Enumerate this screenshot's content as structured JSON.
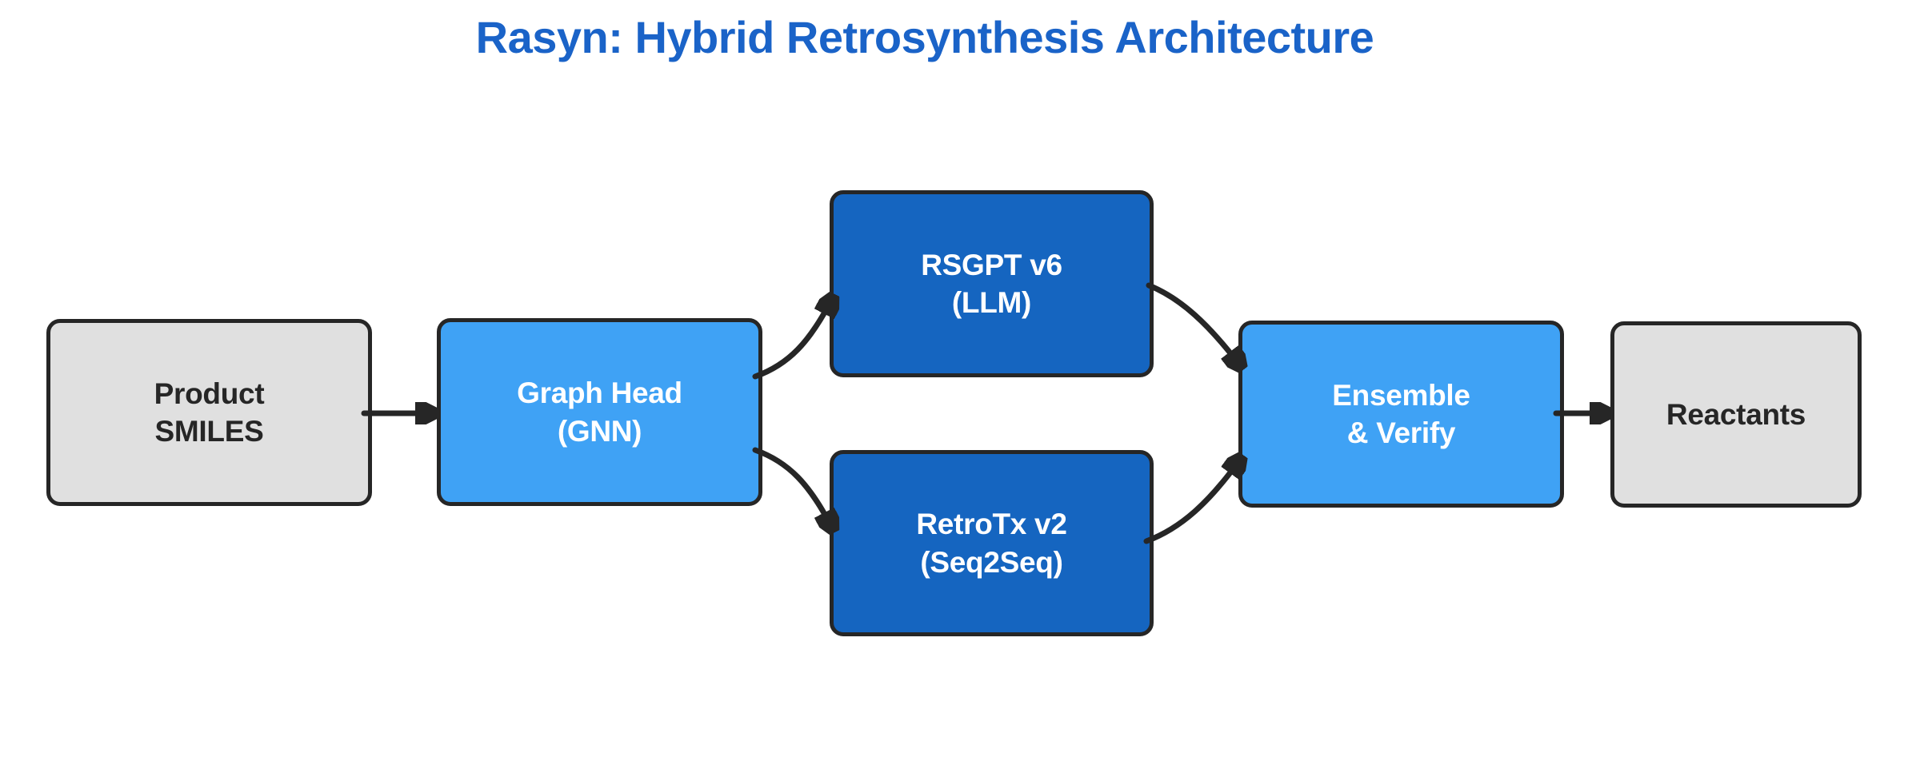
{
  "title": "Rasyn: Hybrid Retrosynthesis Architecture",
  "colors": {
    "title_blue": "#1a63c8",
    "dark_blue": "#1565c0",
    "light_blue": "#3fa2f5",
    "gray": "#e0e0e0",
    "ink": "#262626",
    "white_text": "#ffffff"
  },
  "nodes": [
    {
      "id": "product-smiles",
      "lines": [
        "Product",
        "SMILES"
      ],
      "variant": "gray"
    },
    {
      "id": "graph-head",
      "lines": [
        "Graph Head",
        "(GNN)"
      ],
      "variant": "light-blue"
    },
    {
      "id": "rsgpt-v6",
      "lines": [
        "RSGPT v6",
        "(LLM)"
      ],
      "variant": "dark-blue"
    },
    {
      "id": "retrotx-v2",
      "lines": [
        "RetroTx v2",
        "(Seq2Seq)"
      ],
      "variant": "dark-blue"
    },
    {
      "id": "ensemble-verify",
      "lines": [
        "Ensemble",
        "& Verify"
      ],
      "variant": "light-blue"
    },
    {
      "id": "reactants",
      "lines": [
        "Reactants"
      ],
      "variant": "gray"
    }
  ],
  "edges": [
    {
      "from": "product-smiles",
      "to": "graph-head"
    },
    {
      "from": "graph-head",
      "to": "rsgpt-v6"
    },
    {
      "from": "graph-head",
      "to": "retrotx-v2"
    },
    {
      "from": "rsgpt-v6",
      "to": "ensemble-verify"
    },
    {
      "from": "retrotx-v2",
      "to": "ensemble-verify"
    },
    {
      "from": "ensemble-verify",
      "to": "reactants"
    }
  ]
}
